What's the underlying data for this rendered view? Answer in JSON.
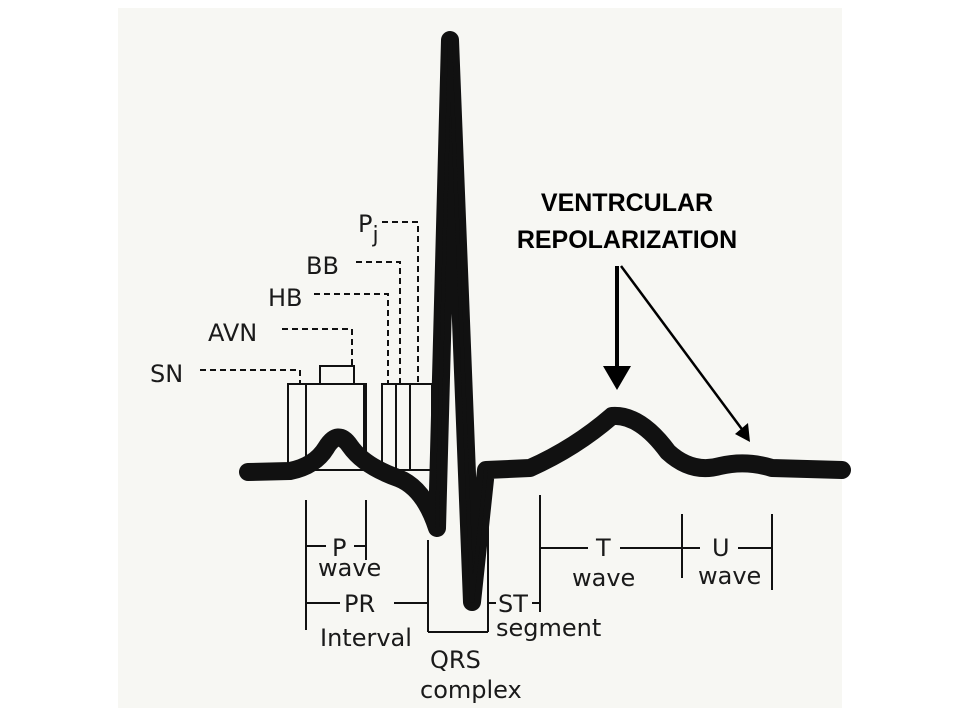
{
  "heading": {
    "line1": "VENTRCULAR",
    "line2": "REPOLARIZATION"
  },
  "conduction_labels": {
    "sn": "SN",
    "avn": "AVN",
    "hb": "HB",
    "bb": "BB",
    "pj_base": "P",
    "pj_sub": "j"
  },
  "waves": {
    "p_wave": [
      "P",
      "wave"
    ],
    "t_wave": [
      "T",
      "wave"
    ],
    "u_wave": [
      "U",
      "wave"
    ]
  },
  "intervals": {
    "pr_interval": [
      "PR",
      "Interval"
    ],
    "st_segment": [
      "ST",
      "segment"
    ],
    "qrs_complex": [
      "QRS",
      "complex"
    ]
  },
  "colors": {
    "background": "#fdfdfb",
    "ink": "#111111"
  }
}
